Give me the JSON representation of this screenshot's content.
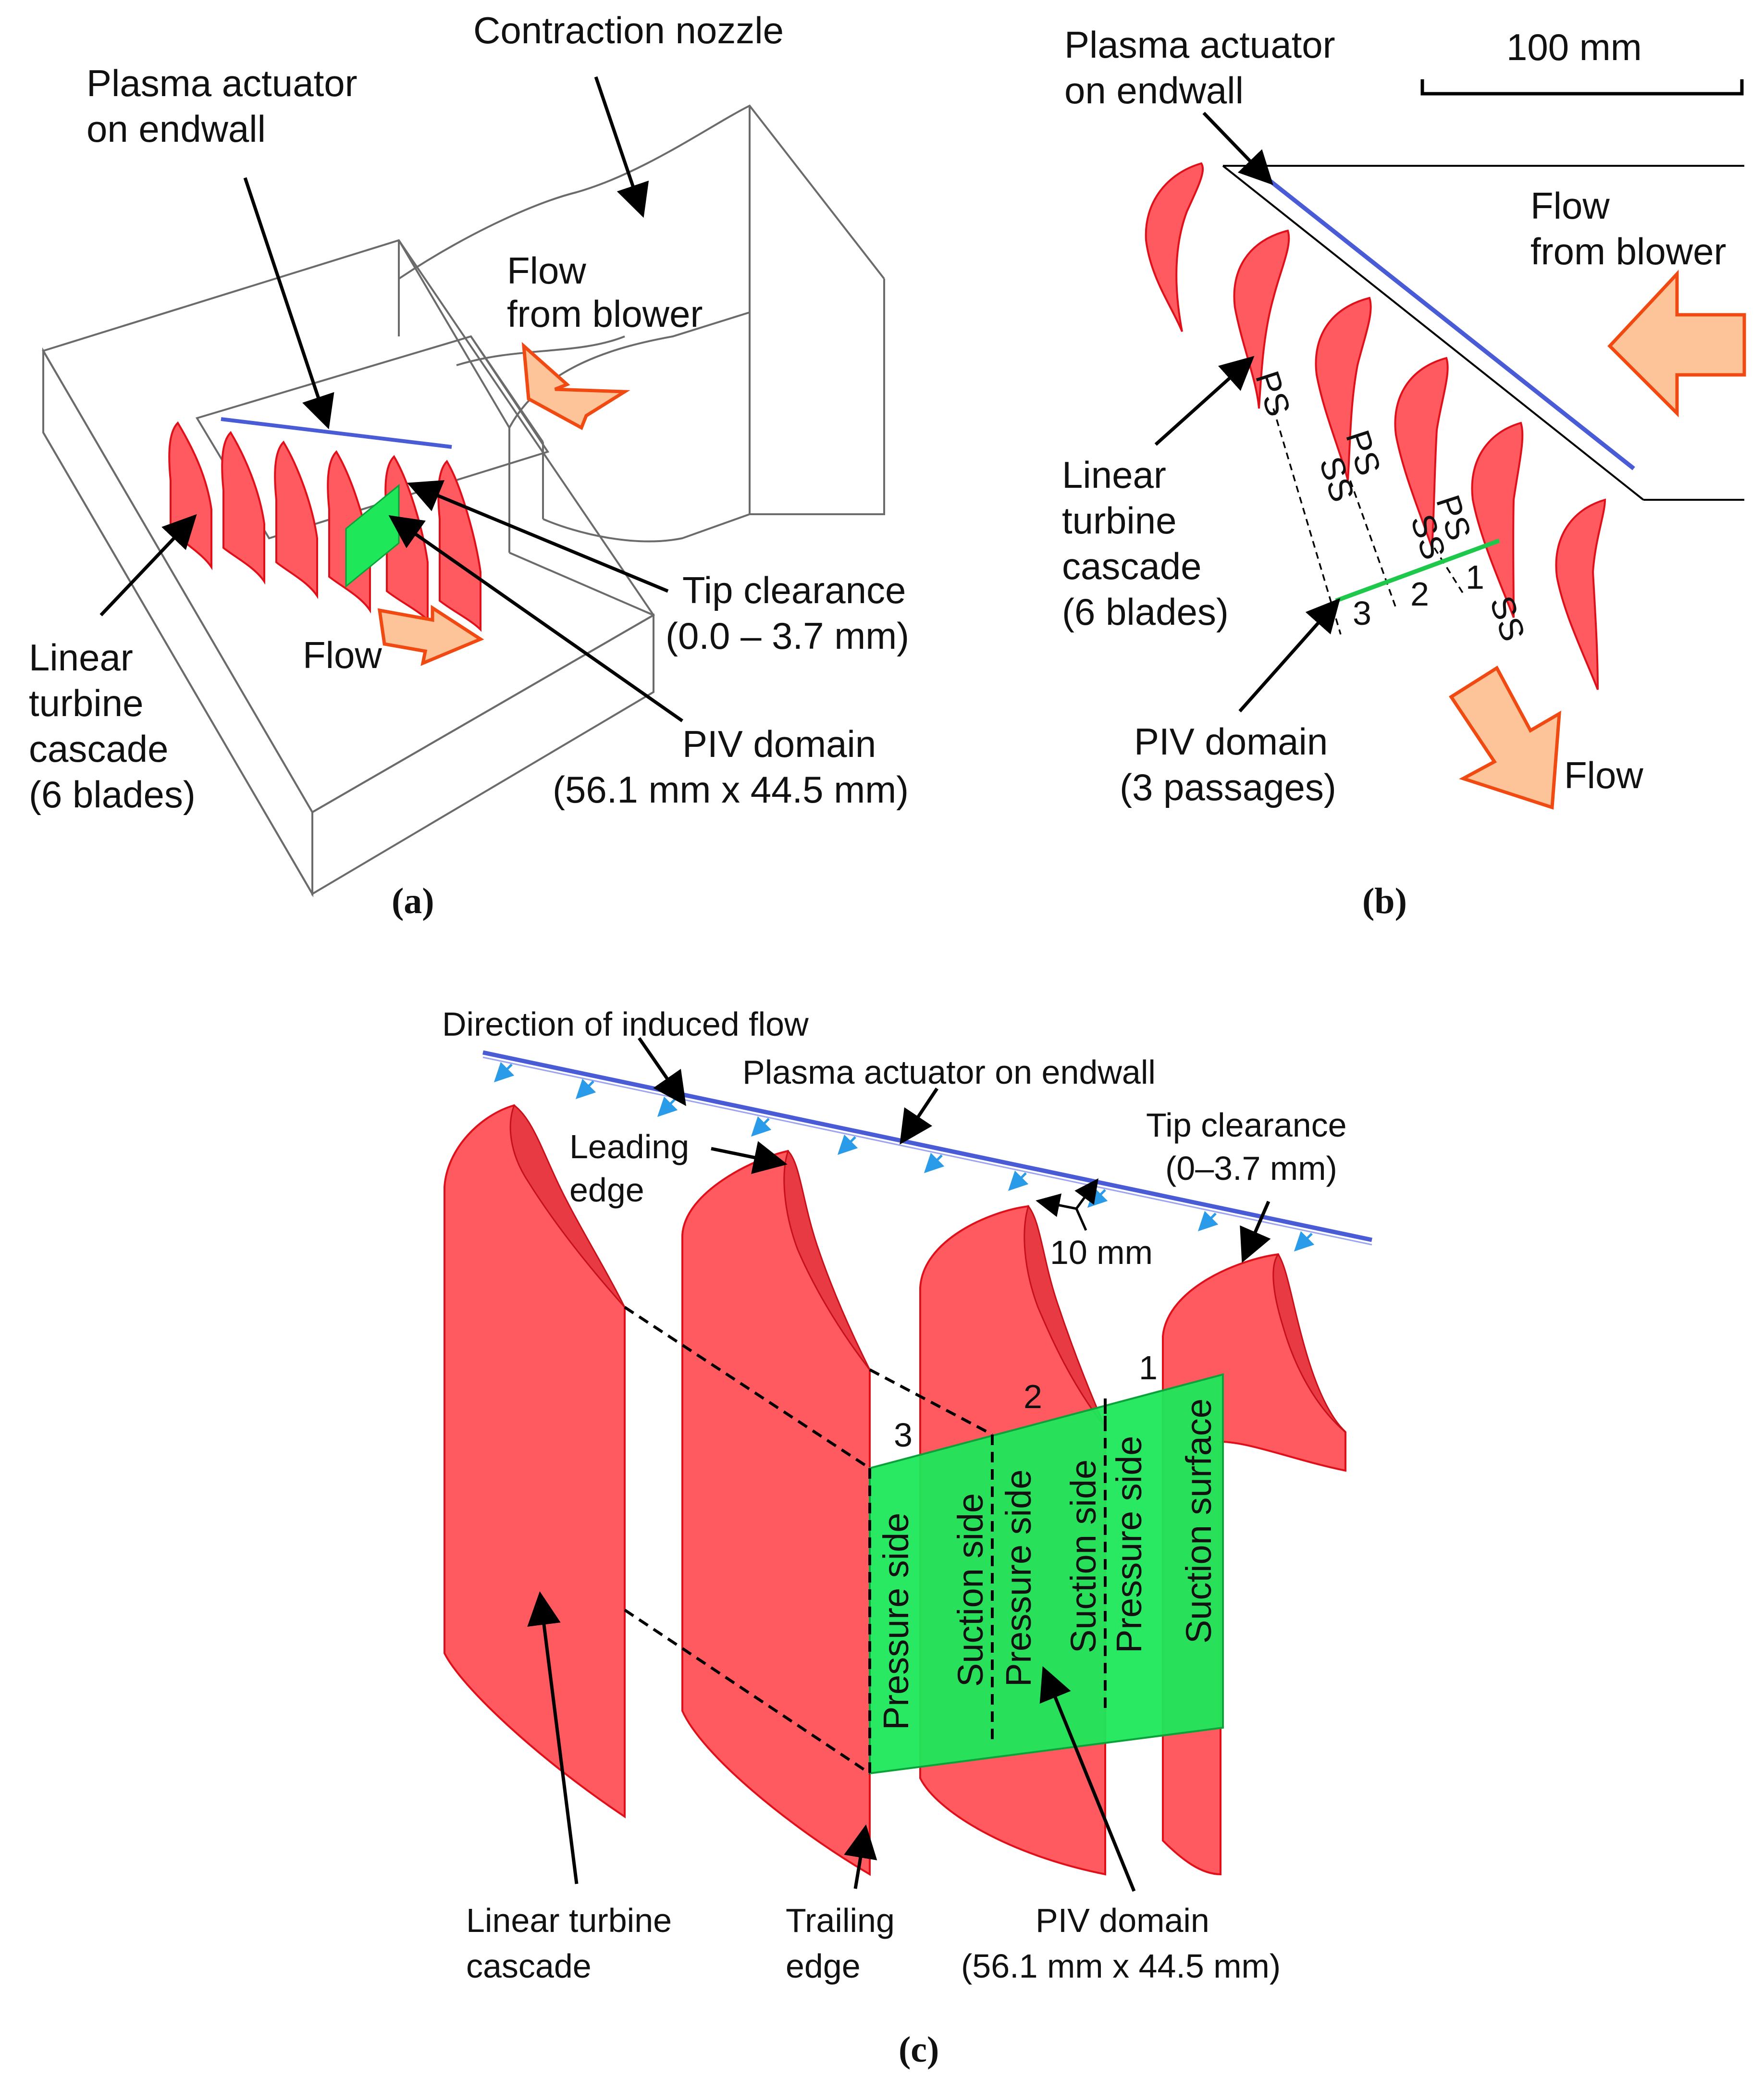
{
  "panel_a": {
    "caption": "(a)",
    "contraction_nozzle": "Contraction nozzle",
    "plasma_actuator_line1": "Plasma actuator",
    "plasma_actuator_line2": "on endwall",
    "flow_from_blower_line1": "Flow",
    "flow_from_blower_line2": "from blower",
    "cascade_line1": "Linear",
    "cascade_line2": "turbine",
    "cascade_line3": "cascade",
    "cascade_line4": "(6 blades)",
    "flow": "Flow",
    "tip_clearance_line1": "Tip clearance",
    "tip_clearance_line2": "(0.0 – 3.7 mm)",
    "piv_line1": "PIV domain",
    "piv_line2": "(56.1 mm x 44.5 mm)"
  },
  "panel_b": {
    "caption": "(b)",
    "plasma_actuator_line1": "Plasma actuator",
    "plasma_actuator_line2": "on endwall",
    "scale_bar": "100 mm",
    "flow_from_blower_line1": "Flow",
    "flow_from_blower_line2": "from blower",
    "cascade_line1": "Linear",
    "cascade_line2": "turbine",
    "cascade_line3": "cascade",
    "cascade_line4": "(6 blades)",
    "piv_line1": "PIV domain",
    "piv_line2": "(3 passages)",
    "flow": "Flow",
    "ps": "PS",
    "ss": "SS",
    "passage_1": "1",
    "passage_2": "2",
    "passage_3": "3"
  },
  "panel_c": {
    "caption": "(c)",
    "direction_induced_flow": "Direction of induced flow",
    "plasma_actuator": "Plasma actuator on endwall",
    "tip_clearance_line1": "Tip clearance",
    "tip_clearance_line2": "(0–3.7 mm)",
    "leading_edge_line1": "Leading",
    "leading_edge_line2": "edge",
    "ten_mm": "10 mm",
    "passage_1": "1",
    "passage_2": "2",
    "passage_3": "3",
    "zones": [
      "Pressure side",
      "Suction side",
      "Pressure side",
      "Suction side",
      "Pressure side",
      "Suction surface"
    ],
    "cascade_line1": "Linear turbine",
    "cascade_line2": "cascade",
    "trailing_edge_line1": "Trailing",
    "trailing_edge_line2": "edge",
    "piv_line1": "PIV domain",
    "piv_line2": "(56.1 mm x 44.5 mm)"
  },
  "colors": {
    "blade": "#ff5a5f",
    "piv_domain": "#1ee85a",
    "actuator": "#4a5bd6",
    "induced_flow_arrows": "#2a9be8",
    "flow_arrow_fill": "#fdc49a",
    "flow_arrow_stroke": "#f04a12"
  }
}
